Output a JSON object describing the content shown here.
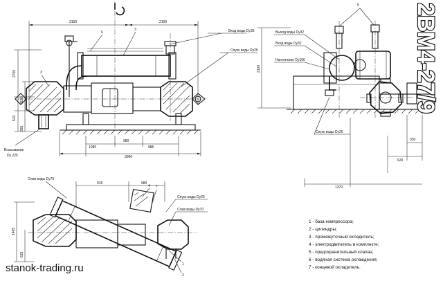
{
  "model": "2ВМ4-27/9",
  "site": "stanok-trading.ru",
  "front_view": {
    "dims": {
      "top_left_width": "3150",
      "top_right_width": "2100",
      "height_total": "2700",
      "height_axis": "1150",
      "height_lower": "510",
      "base_level": "355",
      "spacing_left": "1080",
      "spacing_mid": "980",
      "spacing_right": "985",
      "overall_length": "3000"
    },
    "labels": {
      "water_in": "Вход воды Dy32",
      "water_drain": "Спуск воды Dy25",
      "air_intake_line1": "Всасывание",
      "air_intake_line2": "Dy 225"
    },
    "callouts": [
      "6",
      "3",
      "3"
    ]
  },
  "side_view": {
    "dims": {
      "height": "2100",
      "width_330": "330",
      "width_620": "620",
      "width_1370": "1370"
    },
    "labels": {
      "water_out": "Выход воды Dy32",
      "water_in": "Вход воды Dy32",
      "discharge": "Нагнетание Dy100",
      "water_drain": "Спуск воды Dy25"
    },
    "callouts": [
      "5"
    ]
  },
  "plan_view": {
    "dims": {
      "width_915": "915",
      "width_980": "980",
      "depth_1485": "1485",
      "depth_625": "625"
    },
    "labels": {
      "water_drain_left": "Слив воды Dy70",
      "water_drain_25": "Спуск воды Dy25",
      "water_drain_right": "Слив воды Dy70"
    },
    "callouts": [
      "4",
      "7",
      "1",
      "2"
    ]
  },
  "legend": [
    "1 - база компрессора;",
    "2 - цилиндры;",
    "3 - промежуточный охладитель;",
    "4 - электродвигатель в комплекте;",
    "5 - предохранительный клапан;",
    "6 - водяная система охлаждения;",
    "7 - концевой охладитель."
  ]
}
